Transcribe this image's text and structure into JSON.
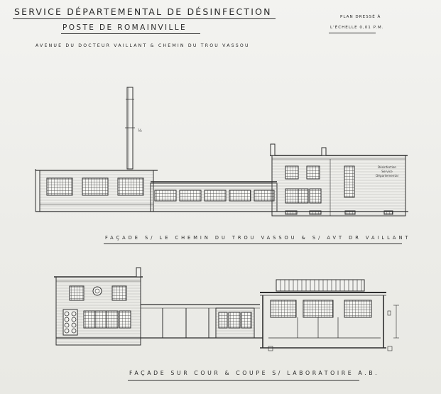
{
  "header": {
    "title": "Service Départemental de Désinfection",
    "subtitle": "Poste de Romainville",
    "address": "Avenue du Docteur Vaillant & Chemin du Trou Vassou"
  },
  "scale_note": {
    "line1": "Plan dressé à",
    "line2": "l'échelle 0,01 P.M."
  },
  "elevation_top": {
    "caption": "Façade s/ le Chemin du Trou Vassou & s/ Avt Dr Vaillant",
    "sign_lines": [
      "Désinfection",
      "Service",
      "Départemental"
    ]
  },
  "elevation_bottom": {
    "caption": "Façade sur cour & coupe s/ Laboratoire A.B."
  },
  "colors": {
    "paper": "#efefec",
    "ink": "#2a2a2a"
  }
}
